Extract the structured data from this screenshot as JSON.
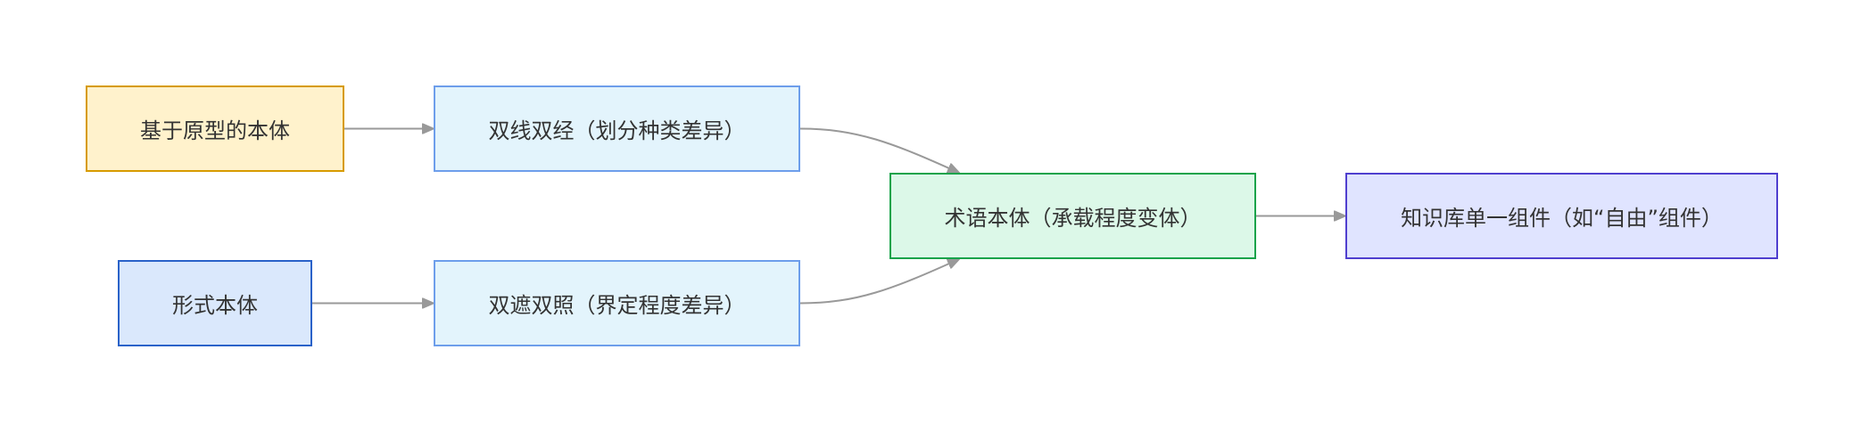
{
  "nodes": {
    "prototype_ontology": {
      "label": "基于原型的本体",
      "fill": "#fff2cc",
      "stroke": "#d79b00"
    },
    "formal_ontology": {
      "label": "形式本体",
      "fill": "#dae8fc",
      "stroke": "#2a62c9"
    },
    "double_line_warp": {
      "label": "双线双经（划分种类差异）",
      "fill": "#e3f4fc",
      "stroke": "#6d9eeb"
    },
    "double_cover_illumination": {
      "label": "双遮双照（界定程度差异）",
      "fill": "#e3f4fc",
      "stroke": "#6d9eeb"
    },
    "term_ontology": {
      "label": "术语本体（承载程度变体）",
      "fill": "#dcf8e8",
      "stroke": "#16a34a"
    },
    "knowledge_base_component": {
      "label": "知识库单一组件（如“自由”组件）",
      "fill": "#e0e4ff",
      "stroke": "#4f3fcf"
    }
  },
  "edges": [
    {
      "from": "prototype_ontology",
      "to": "double_line_warp"
    },
    {
      "from": "formal_ontology",
      "to": "double_cover_illumination"
    },
    {
      "from": "double_line_warp",
      "to": "term_ontology"
    },
    {
      "from": "double_cover_illumination",
      "to": "term_ontology"
    },
    {
      "from": "term_ontology",
      "to": "knowledge_base_component"
    }
  ],
  "edge_color": "#999999"
}
